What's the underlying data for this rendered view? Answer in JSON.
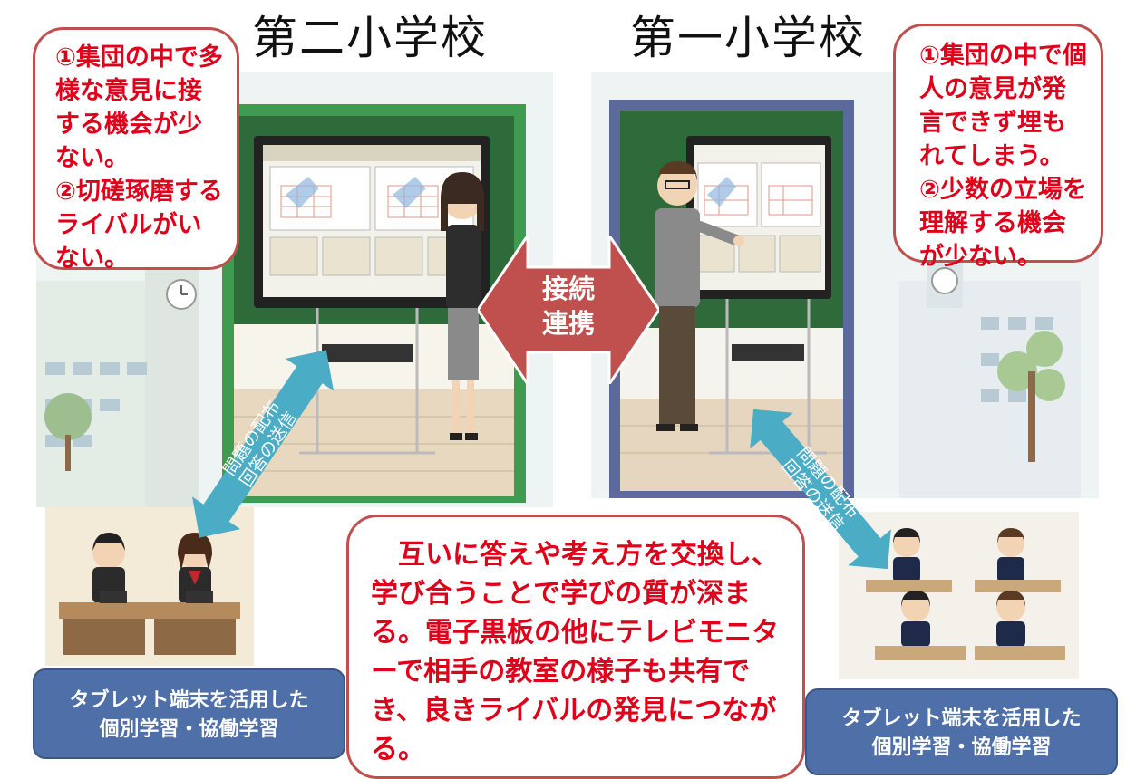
{
  "titles": {
    "left_school": "第二小学校",
    "right_school": "第一小学校"
  },
  "left_issues": {
    "items": [
      "①集団の中で多様な意見に接する機会が少ない。",
      "②切磋琢磨するライバルがいない。"
    ]
  },
  "right_issues": {
    "items": [
      "①集団の中で個人の意見が発言できず埋もれてしまう。",
      "②少数の立場を理解する機会が少ない。"
    ]
  },
  "center_link": {
    "line1": "接続",
    "line2": "連携"
  },
  "left_arrow_label": {
    "line1": "問題の配布",
    "line2": "回答の送信"
  },
  "right_arrow_label": {
    "line1": "問題の配布",
    "line2": "回答の送信"
  },
  "bottom_summary": "互いに答えや考え方を交換し、学び合うことで学びの質が深まる。電子黒板の他にテレビモニターで相手の教室の様子も共有でき、良きライバルの発見につながる。",
  "left_tablet_box": {
    "line1": "タブレット端末を活用した",
    "line2": "個別学習・協働学習"
  },
  "right_tablet_box": {
    "line1": "タブレット端末を活用した",
    "line2": "個別学習・協働学習"
  },
  "colors": {
    "callout_border": "#c0504d",
    "callout_text": "#e0001a",
    "center_arrow": "#c0504d",
    "tablet_box": "#4f6fa8",
    "data_arrow": "#4bacc6"
  }
}
